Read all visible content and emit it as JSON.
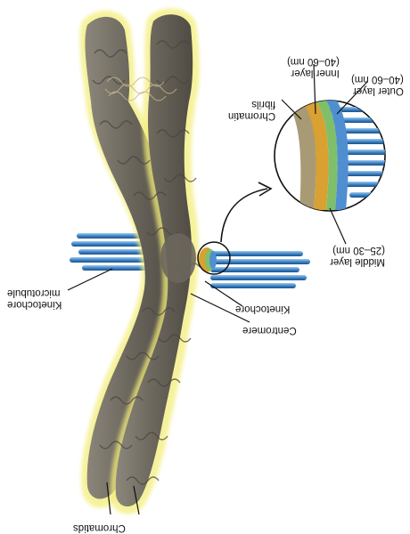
{
  "labels": {
    "chromatids": "Chromatids",
    "centromere": "Centromere",
    "kinetochore": "Kinetochore",
    "kinetochore_microtubule_line1": "Kinetochore",
    "kinetochore_microtubule_line2": "microtubule",
    "chromatin_fibrils_line1": "Chromatin",
    "chromatin_fibrils_line2": "fibrils",
    "inner_layer_line1": "Inner layer",
    "inner_layer_line2": "(40–60 nm)",
    "outer_layer_line1": "Outer layer",
    "outer_layer_line2": "(40–60 nm)",
    "middle_layer_line1": "Middle layer",
    "middle_layer_line2": "(25–30 nm)"
  },
  "colors": {
    "chromatid_body": "#6f6a5f",
    "chromatid_halo": "#f3ee7a",
    "fibril": "#e9e27a",
    "microtubule": "#3f86c9",
    "inner_layer": "#d9a032",
    "middle_layer": "#7fbf6a",
    "outer_layer": "#4f8fd1"
  }
}
